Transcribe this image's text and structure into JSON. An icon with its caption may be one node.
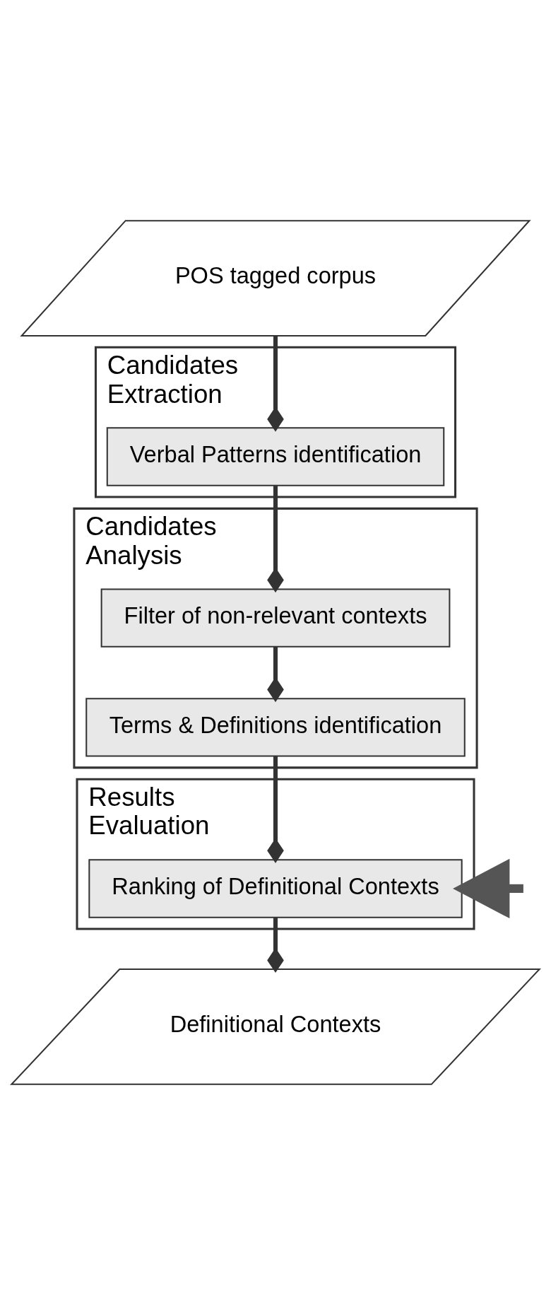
{
  "diagram": {
    "nodes": [
      {
        "text": [
          "POS tagged corpus"
        ]
      },
      {
        "text": [
          "Candidates Extraction"
        ]
      },
      {
        "text": [
          "Verbal Patterns identification"
        ],
        "in": 1
      },
      {
        "text": [
          "Candidates Analysis"
        ]
      },
      {
        "text": [
          "Filter of non-relevant contexts"
        ],
        "in": 3
      },
      {
        "text": [
          "Terms & Definitions identification"
        ],
        "in": 3
      },
      {
        "text": [
          "Results Evaluation"
        ]
      },
      {
        "text": [
          "Ranking of Definitional Contexts"
        ],
        "in": 6
      },
      {
        "text": [
          "Definitional Contexts"
        ]
      }
    ],
    "edges": [
      {
        "from": 0,
        "to": 2,
        "arrow": "other"
      },
      {
        "from": 2,
        "to": 4,
        "arrow": "other"
      },
      {
        "from": 4,
        "to": 5,
        "arrow": "other"
      },
      {
        "from": 5,
        "to": 7,
        "arrow": "other"
      },
      {
        "from": 7,
        "to": 8,
        "arrow": "other"
      },
      {
        "from": null,
        "to": 7,
        "arrow": "to",
        "color": "#555555",
        "style": "thick"
      }
    ]
  }
}
